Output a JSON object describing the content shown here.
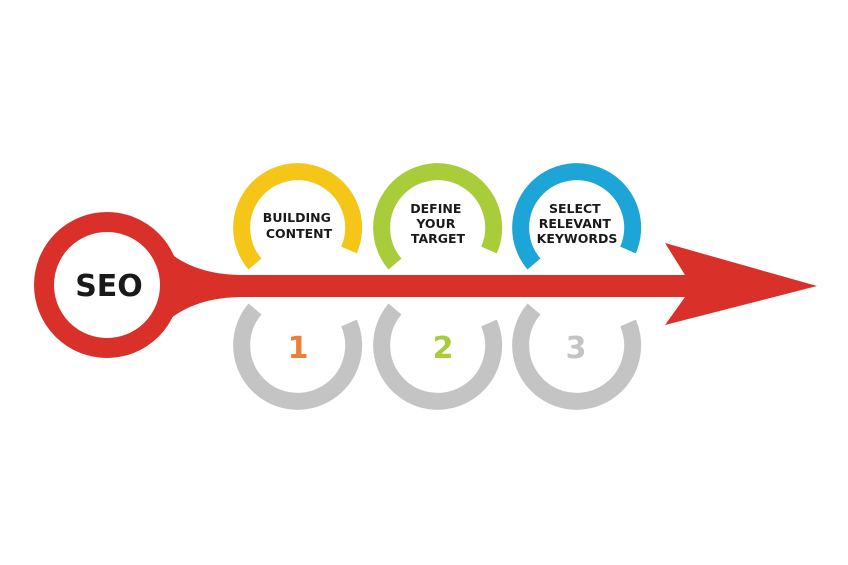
{
  "center": {
    "label": "SEO"
  },
  "steps": [
    {
      "number": "1",
      "lines": [
        "BUILDING",
        "CONTENT"
      ],
      "color": "#f5c518",
      "number_color": "#ee7d3a"
    },
    {
      "number": "2",
      "lines": [
        "DEFINE",
        "YOUR",
        "TARGET"
      ],
      "color": "#a8cc3a",
      "number_color": "#a8cc3a"
    },
    {
      "number": "3",
      "lines": [
        "SELECT",
        "RELEVANT",
        "KEYWORDS"
      ],
      "color": "#1ea5d8",
      "number_color": "#c4c4c4"
    }
  ],
  "colors": {
    "arrow": "#d9302a",
    "gray_ring": "#c4c4c4"
  }
}
